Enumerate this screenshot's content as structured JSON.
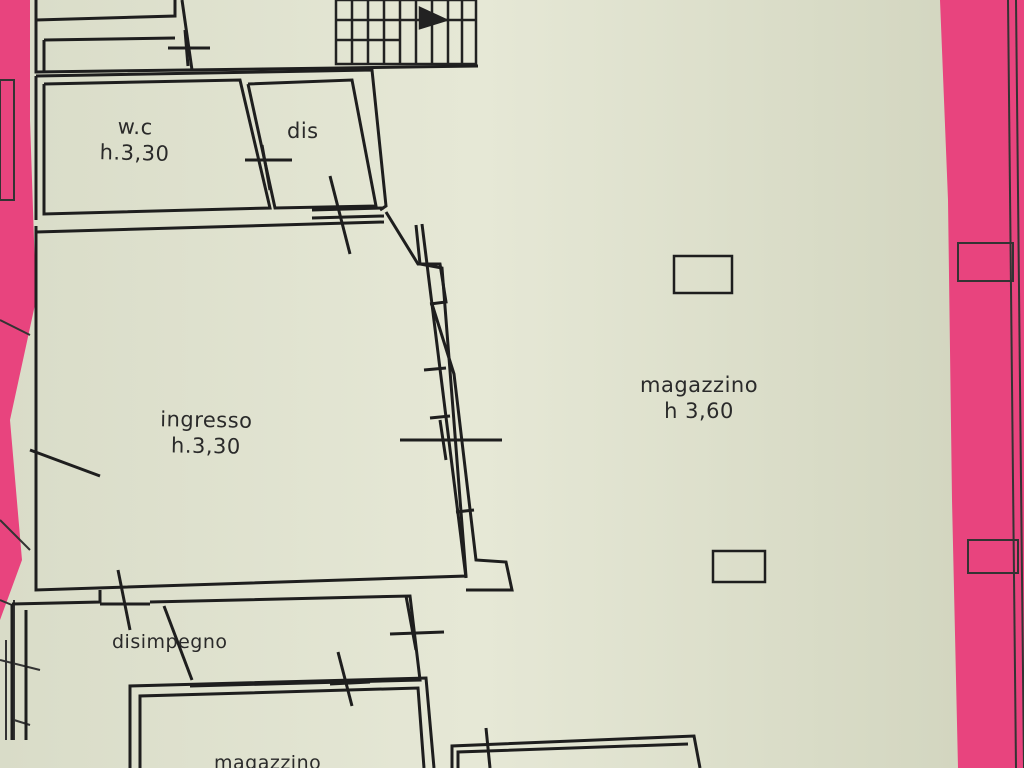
{
  "plan": {
    "rooms": [
      {
        "id": "wc",
        "name": "w.c",
        "height": "h.3,30"
      },
      {
        "id": "dis",
        "name": "dis",
        "height": ""
      },
      {
        "id": "ingresso",
        "name": "ingresso",
        "height": "h.3,30"
      },
      {
        "id": "magazzino",
        "name": "magazzino",
        "height": "h 3,60"
      },
      {
        "id": "disimpegno",
        "name": "disimpegno",
        "height": ""
      },
      {
        "id": "magazzino_lower",
        "name": "magazzino",
        "height": ""
      }
    ]
  },
  "colors": {
    "background": "#e8447e",
    "paper": "#e4e6d4",
    "paper_shadow": "#d5d7c3",
    "line": "#222222"
  }
}
